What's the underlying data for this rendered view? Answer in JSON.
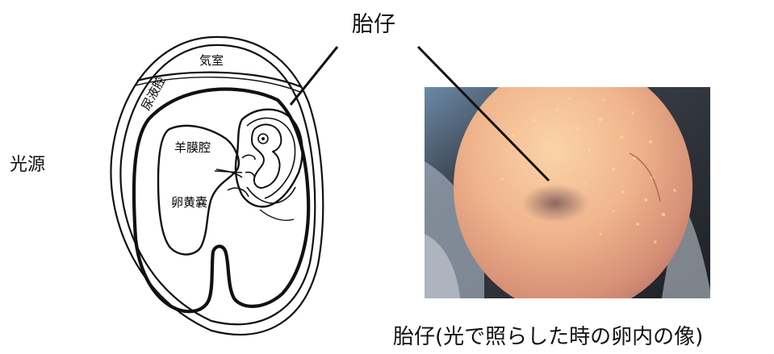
{
  "labels": {
    "light_source": "光源",
    "embryo": "胎仔",
    "air_cell": "気室",
    "allantois": "尿液腔",
    "amnion": "羊膜腔",
    "yolk_sac": "卵黄嚢",
    "photo_caption": "胎仔(光で照らした時の卵内の像)"
  },
  "colors": {
    "line": "#111111",
    "photo_background": "#2a2c30",
    "egg_glow": "#f2b890",
    "speckle": "#ffd88a"
  }
}
